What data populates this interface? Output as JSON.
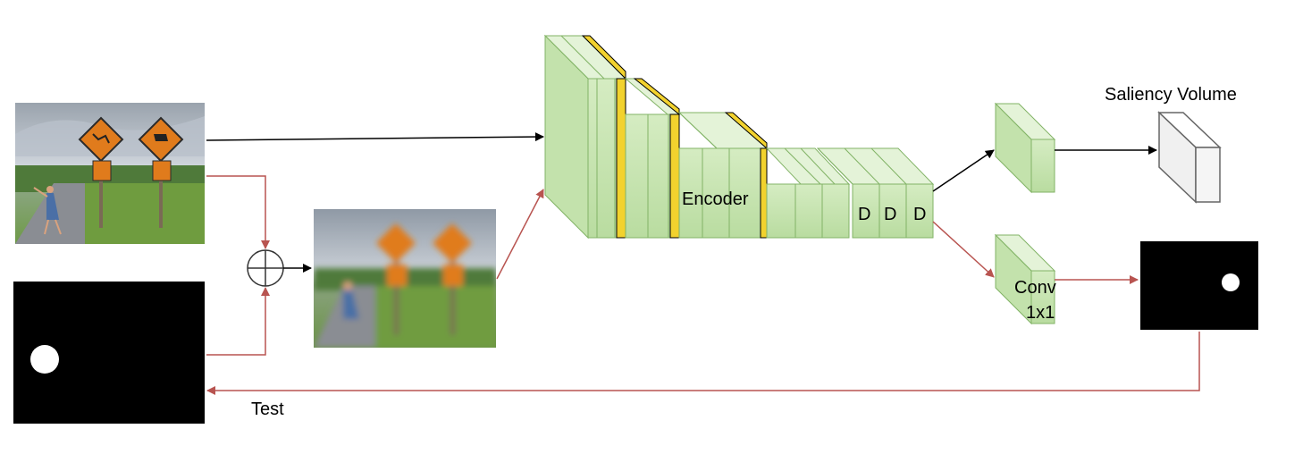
{
  "labels": {
    "encoder": "Encoder",
    "decoder_1": "D",
    "decoder_2": "D",
    "decoder_3": "D",
    "conv_line1": "Conv",
    "conv_line2": "1x1",
    "saliency_volume": "Saliency Volume",
    "test": "Test"
  },
  "colors": {
    "layer_fill": "#cfe8bd",
    "layer_stroke": "#82b366",
    "accent_yellow": "#f2d22e",
    "arrow_black": "#000000",
    "arrow_red": "#b85450",
    "volume_fill": "#f5f5f5",
    "volume_stroke": "#666666"
  },
  "icons": {
    "combine": "circle-plus-icon"
  }
}
